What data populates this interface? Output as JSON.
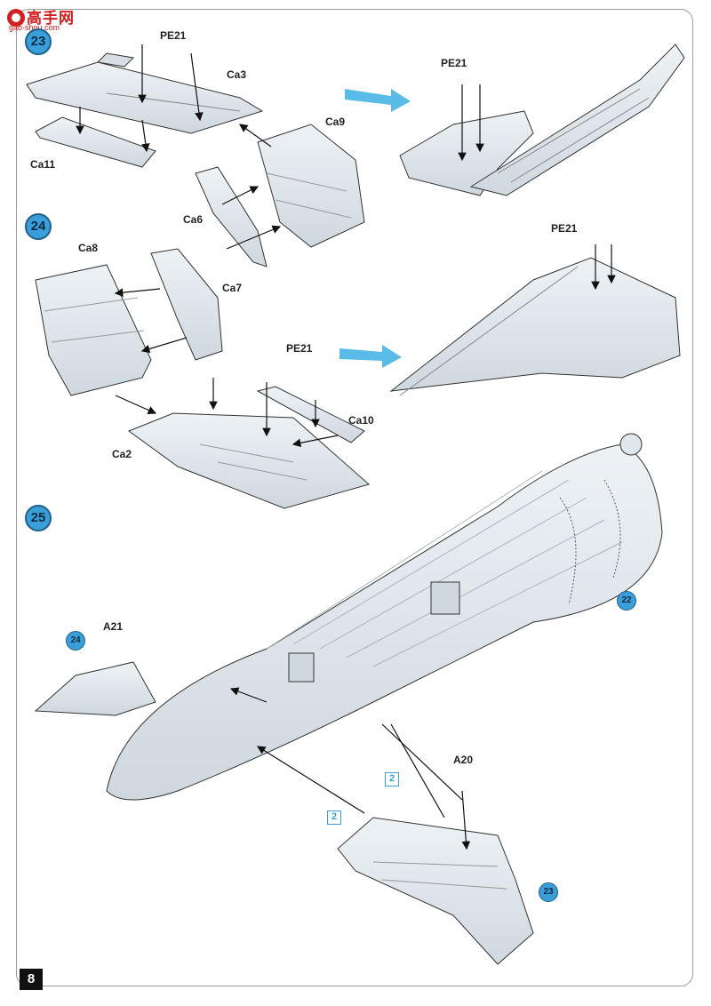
{
  "watermark": {
    "text": "高手网",
    "sub": "gao-shou.com"
  },
  "page_number": "8",
  "steps": [
    {
      "number": "23",
      "labels": [
        "PE21",
        "Ca3",
        "Ca11",
        "Ca9",
        "Ca6",
        "PE21"
      ]
    },
    {
      "number": "24",
      "labels": [
        "Ca8",
        "Ca7",
        "PE21",
        "Ca10",
        "Ca2",
        "PE21"
      ]
    },
    {
      "number": "25",
      "labels": [
        "A21",
        "A20"
      ],
      "refs": [
        "24",
        "22",
        "23"
      ],
      "iso": [
        "2",
        "2"
      ]
    }
  ],
  "colors": {
    "badge": "#3a9fd8",
    "part_fill": "#dfe6ec",
    "arrow_blue": "#5bbbe8"
  }
}
